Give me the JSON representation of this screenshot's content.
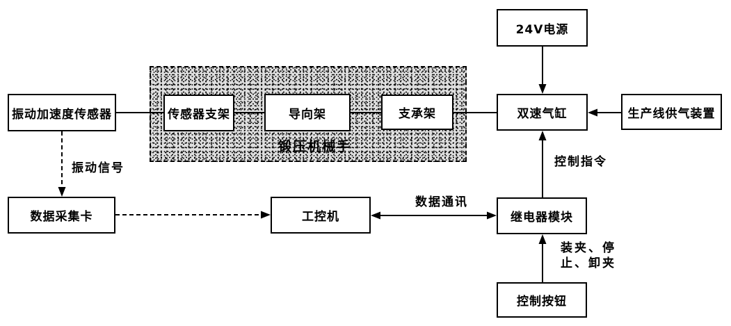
{
  "diagram": {
    "nodes": {
      "sensor": "振动加速度传感器",
      "sensor_bracket": "传感器支架",
      "guide_frame": "导向架",
      "support_frame": "支承架",
      "power_24v": "24V电源",
      "dual_speed_cylinder": "双速气缸",
      "air_supply": "生产线供气装置",
      "daq_card": "数据采集卡",
      "ipc": "工控机",
      "relay_module": "继电器模块",
      "control_button": "控制按钮"
    },
    "group": {
      "label": "锻压机械手"
    },
    "edge_labels": {
      "vibration_signal": "振动信号",
      "data_comm": "数据通讯",
      "control_cmd": "控制指令",
      "clamp_line1": "装夹、停",
      "clamp_line2": "止、卸夹"
    },
    "colors": {
      "line": "#000000",
      "box_bg": "#ffffff",
      "stipple_bg": "#dedede"
    }
  }
}
